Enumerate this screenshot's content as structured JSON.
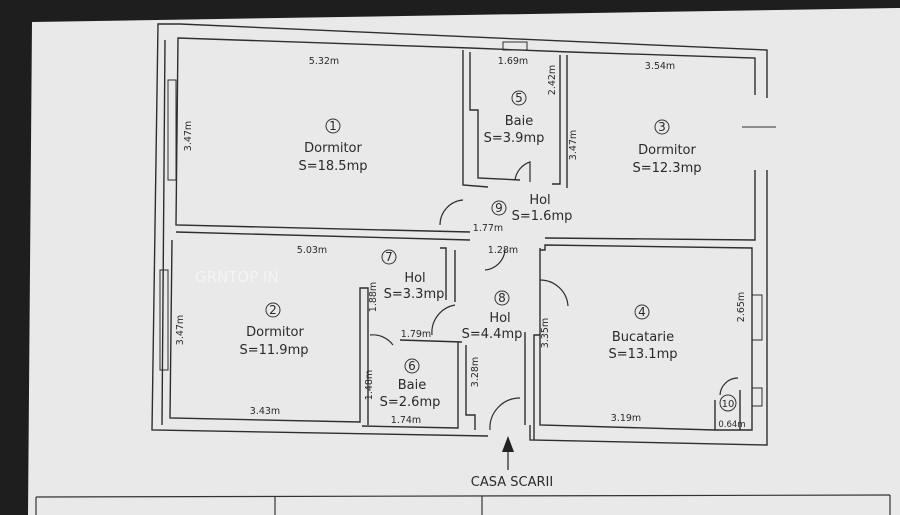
{
  "rooms": [
    {
      "number": "1",
      "name": "Dormitor",
      "area": "S=18.5mp"
    },
    {
      "number": "2",
      "name": "Dormitor",
      "area": "S=11.9mp"
    },
    {
      "number": "3",
      "name": "Dormitor",
      "area": "S=12.3mp"
    },
    {
      "number": "4",
      "name": "Bucatarie",
      "area": "S=13.1mp"
    },
    {
      "number": "5",
      "name": "Baie",
      "area": "S=3.9mp"
    },
    {
      "number": "6",
      "name": "Baie",
      "area": "S=2.6mp"
    },
    {
      "number": "7",
      "name": "Hol",
      "area": "S=3.3mp"
    },
    {
      "number": "8",
      "name": "Hol",
      "area": "S=4.4mp"
    },
    {
      "number": "9",
      "name": "Hol",
      "area": "S=1.6mp"
    },
    {
      "number": "10"
    }
  ],
  "dimensions": {
    "r1_top": "5.32m",
    "r1_left": "3.47m",
    "r5_top": "1.69m",
    "r5_right": "2.42m",
    "r3_top": "3.54m",
    "r3_left": "3.47m",
    "h9_bottom": "1.77m",
    "h8_top": "1.28m",
    "r2_top": "5.03m",
    "r2_left": "3.47m",
    "r2_bottom": "3.43m",
    "h7_side": "1.88m",
    "h7_bottom": "1.79m",
    "r6_side": "1.48m",
    "r6_bottom": "1.74m",
    "h8_left": "3.28m",
    "h8_right": "3.35m",
    "r4_right": "2.65m",
    "r4_bottom": "3.19m",
    "r10_bottom": "0.64m"
  },
  "entrance_label": "CASA SCARII",
  "watermark": "GRNTOP IN"
}
